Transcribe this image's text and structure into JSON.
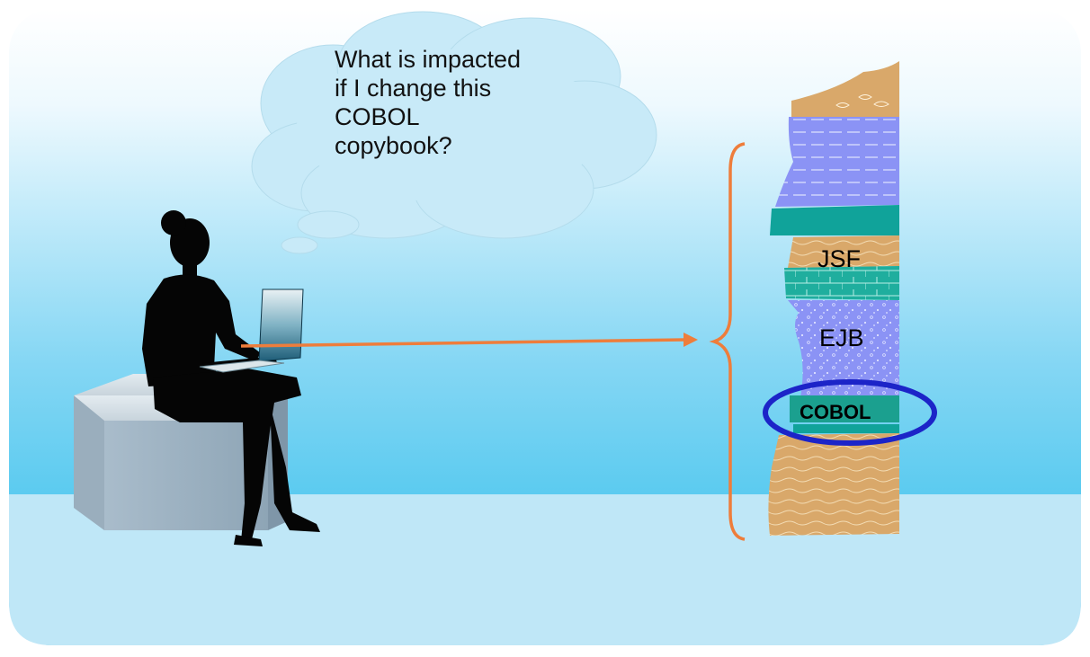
{
  "thought_bubble": {
    "lines": [
      "What is impacted",
      "if I change this",
      "COBOL",
      "copybook?"
    ]
  },
  "layers": {
    "jsf": "JSF",
    "ejb": "EJB",
    "cobol": "COBOL"
  },
  "colors": {
    "background_top": "#ffffff",
    "background_mid": "#6fd0f2",
    "floor": "#bfe7f7",
    "bubble": "#c8eaf8",
    "arrow": "#ee7d3b",
    "highlight": "#1c24c8",
    "strata_tan": "#d9a86a",
    "strata_blue": "#8b93f5",
    "strata_teal": "#10a39a"
  },
  "icons": [
    "woman-silhouette-icon",
    "laptop-icon",
    "cube-seat-icon",
    "thought-bubble-icon"
  ]
}
